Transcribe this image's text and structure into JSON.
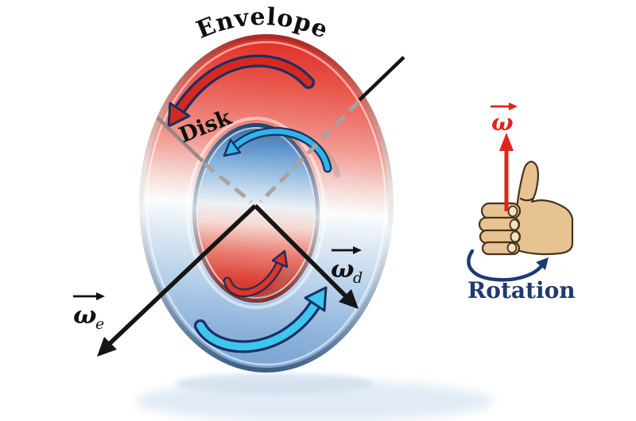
{
  "diagram": {
    "envelope_label": "Envelope",
    "disk_label": "Disk",
    "rotation_label": "Rotation",
    "omega_symbol": "ω",
    "omega_e_subscript": "e",
    "omega_d_subscript": "d"
  },
  "colors": {
    "red_shifted": "#d7281e",
    "blue_shifted": "#2fb6e9",
    "arrow_outline_navy": "#1b2f63",
    "rotation_text_navy": "#1f3a6e",
    "omega_red": "#e02419",
    "axis_black": "#151515",
    "dash_gray": "#a8a2a2",
    "hand_skin": "#e6c391",
    "hand_outline": "#47321d",
    "reflection_blue": "#dbe7f3"
  },
  "icons": [
    "envelope-top-rotation-arrow-icon",
    "envelope-bottom-rotation-arrow-icon",
    "disk-top-rotation-arrow-icon",
    "disk-bottom-rotation-arrow-icon",
    "omega-e-vector-arrow-icon",
    "omega-d-vector-arrow-icon",
    "omega-vector-arrow-icon",
    "right-hand-fist-icon",
    "rotation-direction-arrow-icon"
  ]
}
